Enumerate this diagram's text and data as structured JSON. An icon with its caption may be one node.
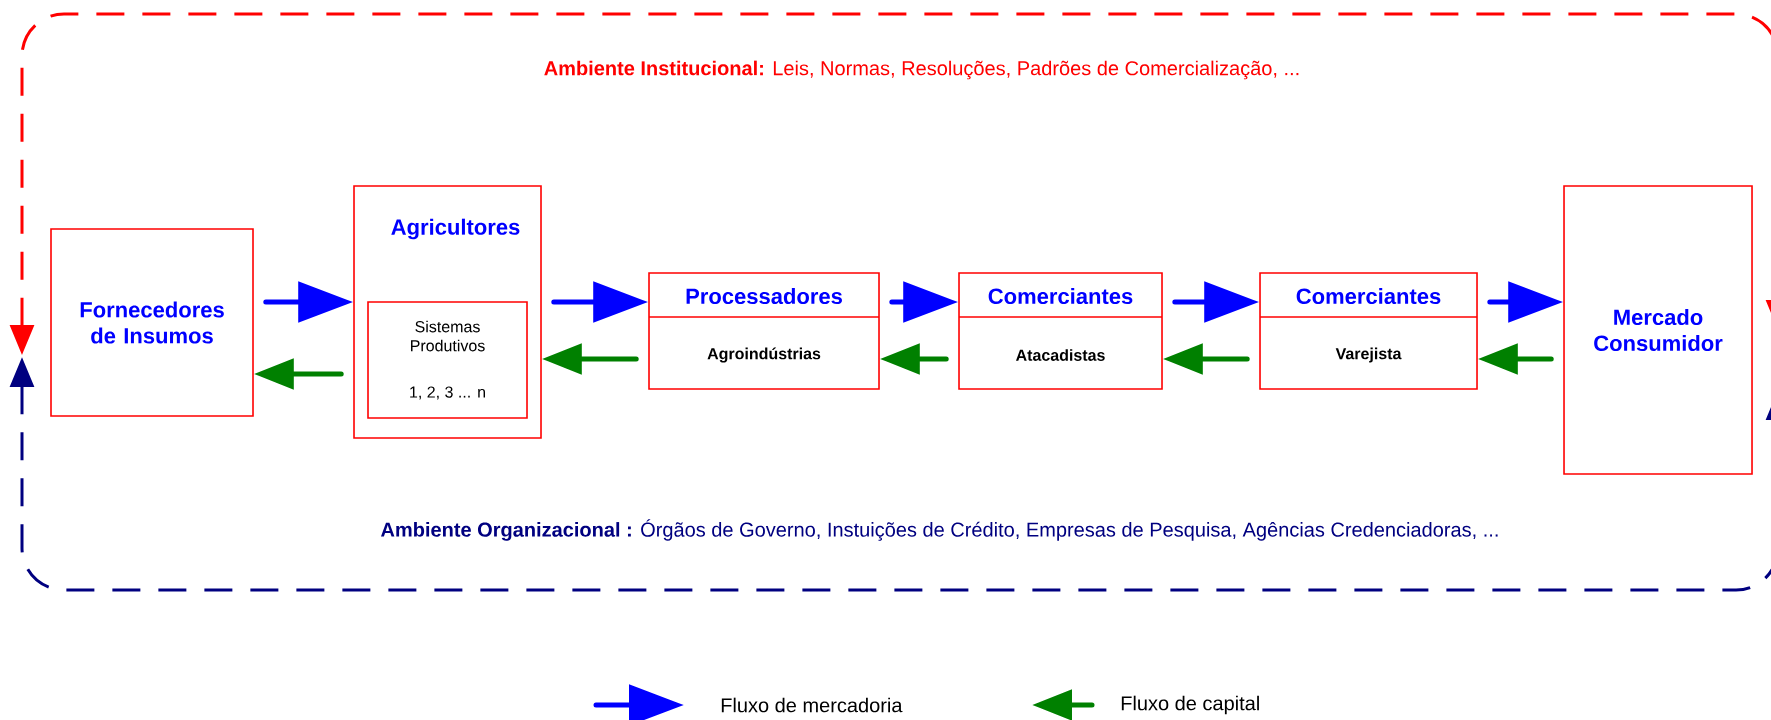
{
  "diagram": {
    "nodes": [
      {
        "text": [
          "**Ambiente Institucional:** Leis, Normas, Resoluções, Padrões de Comercialização, ...",
          "**Ambiente Organizacional :**  Órgãos de Governo, Instuições de Crédito, Empresas de Pesquisa, Agências Credenciadoras,  ..."
        ]
      },
      {
        "text": [
          "Fornecedores de Insumos"
        ],
        "in": 0
      },
      {
        "text": [
          "Agricultores"
        ],
        "in": 0
      },
      {
        "text": [
          "Sistemas Produtivos",
          "1, 2, 3 ... n"
        ],
        "in": 2
      },
      {
        "text": [
          "Processadores",
          "Agroindústrias"
        ],
        "in": 0
      },
      {
        "text": [
          "Comerciantes",
          "Atacadistas"
        ],
        "in": 0
      },
      {
        "text": [
          "Comerciantes",
          "Varejista"
        ],
        "in": 0
      },
      {
        "text": [
          "Mercado Consumidor"
        ],
        "in": 0
      }
    ],
    "edges": [
      {
        "from": 1,
        "to": 2,
        "arrow": "to",
        "color": "#0000ff"
      },
      {
        "from": 2,
        "to": 1,
        "arrow": "to",
        "color": "#008000"
      },
      {
        "from": 2,
        "to": 4,
        "arrow": "to",
        "color": "#0000ff"
      },
      {
        "from": 4,
        "to": 2,
        "arrow": "to",
        "color": "#008000"
      },
      {
        "from": 4,
        "to": 5,
        "arrow": "to",
        "color": "#0000ff"
      },
      {
        "from": 5,
        "to": 4,
        "arrow": "to",
        "color": "#008000"
      },
      {
        "from": 5,
        "to": 6,
        "arrow": "to",
        "color": "#0000ff"
      },
      {
        "from": 6,
        "to": 5,
        "arrow": "to",
        "color": "#008000"
      },
      {
        "from": 6,
        "to": 7,
        "arrow": "to",
        "color": "#0000ff"
      },
      {
        "from": 7,
        "to": 6,
        "arrow": "to",
        "color": "#008000"
      }
    ],
    "legend": [
      {
        "text": "Fluxo de mercadoria"
      },
      {
        "text": "Fluxo de capital"
      }
    ]
  }
}
